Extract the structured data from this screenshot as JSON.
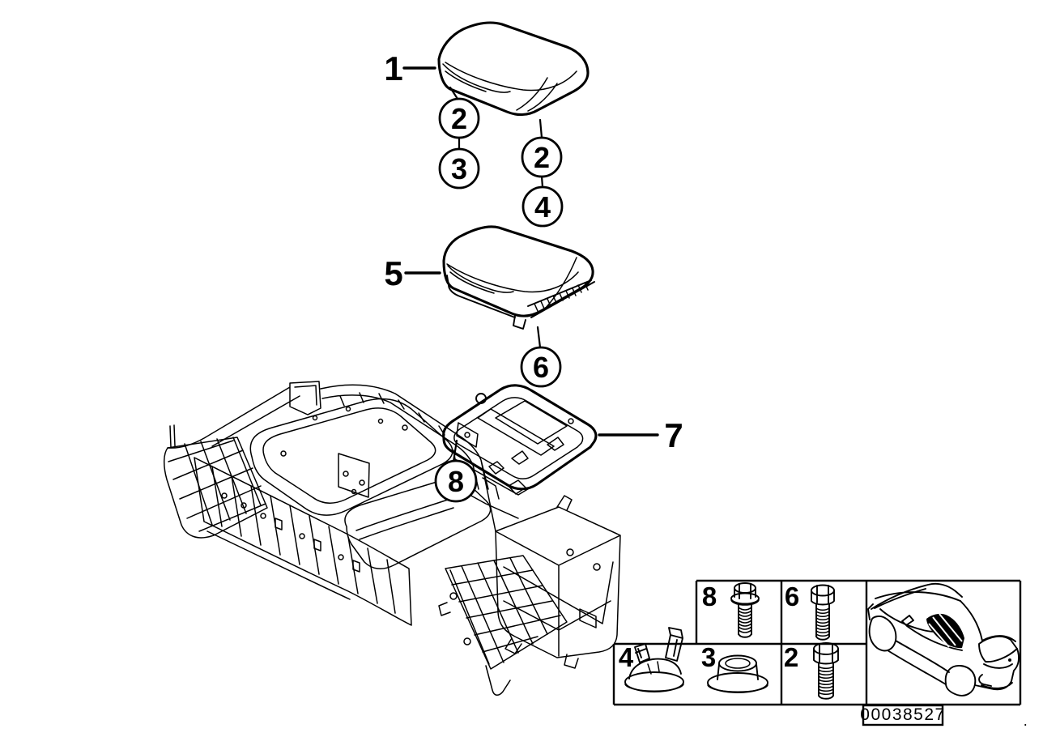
{
  "page": {
    "background": "#ffffff",
    "line_color": "#000000",
    "highlight_fill": "#000000"
  },
  "diagram": {
    "part_labels": [
      {
        "label": "1"
      },
      {
        "label": "5"
      },
      {
        "label": "7"
      }
    ],
    "callouts": [
      {
        "label": "2"
      },
      {
        "label": "3"
      },
      {
        "label": "2"
      },
      {
        "label": "4"
      },
      {
        "label": "6"
      },
      {
        "label": "8"
      }
    ]
  },
  "legend": {
    "cells": [
      {
        "label": "8",
        "icon": "flanged-hex-bolt-icon"
      },
      {
        "label": "6",
        "icon": "hex-bolt-icon"
      },
      {
        "label": "4",
        "icon": "retainer-clip-icon"
      },
      {
        "label": "3",
        "icon": "grommet-icon"
      },
      {
        "label": "2",
        "icon": "hex-bolt-long-icon"
      }
    ],
    "vehicle_icon": "car-rear-three-quarter-icon"
  },
  "footer": {
    "part_number": "00038527",
    "trailing_dot": "."
  }
}
